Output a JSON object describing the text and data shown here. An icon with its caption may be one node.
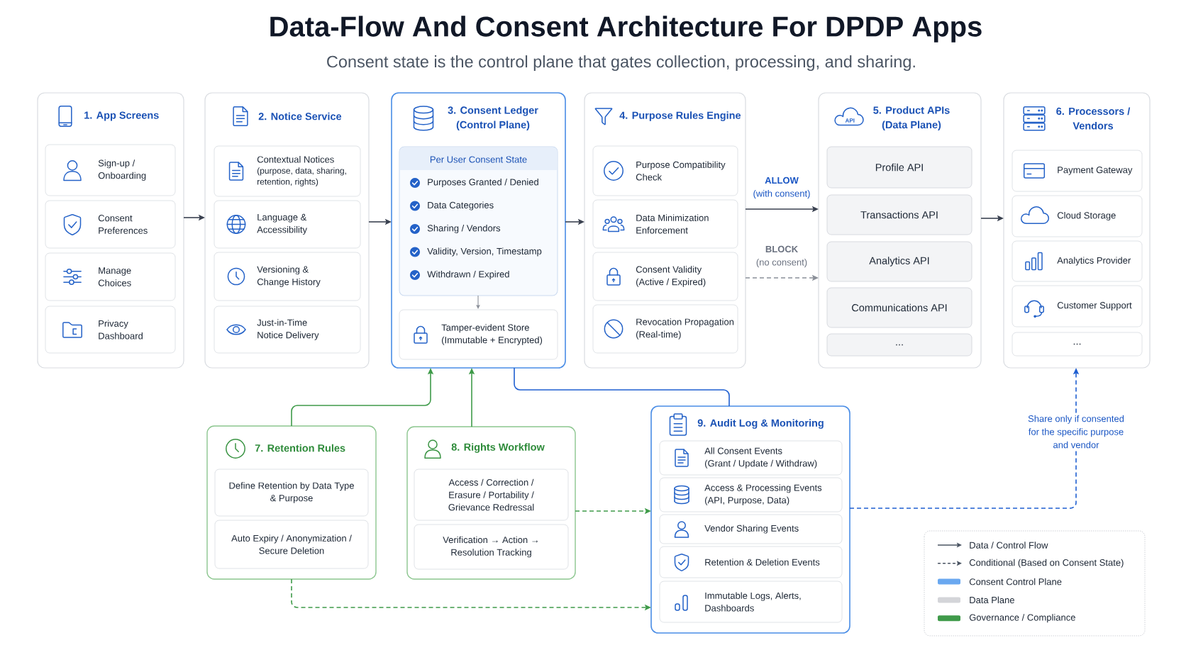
{
  "diagram": {
    "title": "Data-Flow And Consent Architecture For DPDP Apps",
    "caption": "Consent state is the control plane that gates collection, processing, and sharing.",
    "nodes": [
      {
        "text": [
          "1. App Screens"
        ]
      },
      {
        "text": [
          "Sign-up / Onboarding"
        ],
        "in": 0
      },
      {
        "text": [
          "Consent Preferences"
        ],
        "in": 0
      },
      {
        "text": [
          "Manage Choices"
        ],
        "in": 0
      },
      {
        "text": [
          "Privacy Dashboard"
        ],
        "in": 0
      },
      {
        "text": [
          "2. Notice Service"
        ]
      },
      {
        "text": [
          "Contextual Notices",
          "(purpose, data, sharing, retention, rights)"
        ],
        "in": 5
      },
      {
        "text": [
          "Language & Accessibility"
        ],
        "in": 5
      },
      {
        "text": [
          "Versioning & Change History"
        ],
        "in": 5
      },
      {
        "text": [
          "Just-in-Time Notice Delivery"
        ],
        "in": 5
      },
      {
        "text": [
          "3. Consent Ledger (Control Plane)"
        ]
      },
      {
        "text": [
          "Per User Consent State",
          "Purposes Granted / Denied",
          "Data Categories",
          "Sharing / Vendors",
          "Validity, Version, Timestamp",
          "Withdrawn / Expired"
        ],
        "in": 10
      },
      {
        "text": [
          "Tamper-evident Store (Immutable + Encrypted)"
        ],
        "in": 10
      },
      {
        "text": [
          "4. Purpose Rules Engine"
        ]
      },
      {
        "text": [
          "Purpose Compatibility Check"
        ],
        "in": 13
      },
      {
        "text": [
          "Data Minimization Enforcement"
        ],
        "in": 13
      },
      {
        "text": [
          "Consent Validity (Active / Expired)"
        ],
        "in": 13
      },
      {
        "text": [
          "Revocation Propagation (Real-time)"
        ],
        "in": 13
      },
      {
        "text": [
          "5. Product APIs (Data Plane)"
        ]
      },
      {
        "text": [
          "Profile API"
        ],
        "in": 18
      },
      {
        "text": [
          "Transactions API"
        ],
        "in": 18
      },
      {
        "text": [
          "Analytics API"
        ],
        "in": 18
      },
      {
        "text": [
          "Communications API"
        ],
        "in": 18
      },
      {
        "text": [
          "..."
        ],
        "in": 18
      },
      {
        "text": [
          "6. Processors / Vendors"
        ]
      },
      {
        "text": [
          "Payment Gateway"
        ],
        "in": 24
      },
      {
        "text": [
          "Cloud Storage"
        ],
        "in": 24
      },
      {
        "text": [
          "Analytics Provider"
        ],
        "in": 24
      },
      {
        "text": [
          "Customer Support"
        ],
        "in": 24
      },
      {
        "text": [
          "..."
        ],
        "in": 24
      },
      {
        "text": [
          "7. Retention Rules"
        ]
      },
      {
        "text": [
          "Define Retention by Data Type & Purpose"
        ],
        "in": 30
      },
      {
        "text": [
          "Auto Expiry / Anonymization / Secure Deletion"
        ],
        "in": 30
      },
      {
        "text": [
          "8. Rights Workflow"
        ]
      },
      {
        "text": [
          "Access / Correction / Erasure / Portability / Grievance Redressal"
        ],
        "in": 33
      },
      {
        "text": [
          "Verification → Action → Resolution Tracking"
        ],
        "in": 33
      },
      {
        "text": [
          "9. Audit Log & Monitoring"
        ]
      },
      {
        "text": [
          "All Consent Events (Grant / Update / Withdraw)"
        ],
        "in": 36
      },
      {
        "text": [
          "Access & Processing Events (API, Purpose, Data)"
        ],
        "in": 36
      },
      {
        "text": [
          "Vendor Sharing Events"
        ],
        "in": 36
      },
      {
        "text": [
          "Retention & Deletion Events"
        ],
        "in": 36
      },
      {
        "text": [
          "Immutable Logs, Alerts, Dashboards"
        ],
        "in": 36
      }
    ],
    "edges": [
      {
        "from": 0,
        "to": 5,
        "arrow": "to"
      },
      {
        "from": 5,
        "to": 10,
        "arrow": "to"
      },
      {
        "from": 10,
        "to": 13,
        "arrow": "to"
      },
      {
        "from": 13,
        "to": 18,
        "arrow": "to",
        "label": "**ALLOW** (with consent)"
      },
      {
        "from": 13,
        "to": 18,
        "arrow": "to",
        "label": "**BLOCK** (no consent)",
        "style": "dashed",
        "color": "#8b9099"
      },
      {
        "from": 18,
        "to": 24,
        "arrow": "to"
      },
      {
        "from": 11,
        "to": 12,
        "arrow": "to",
        "color": "#8b9099"
      },
      {
        "from": 30,
        "to": 10,
        "arrow": "to",
        "color": "#3f9b4a"
      },
      {
        "from": 33,
        "to": 10,
        "arrow": "to",
        "color": "#3f9b4a"
      },
      {
        "from": 10,
        "to": 36,
        "arrow": "none",
        "color": "#1f5fd1"
      },
      {
        "from": 33,
        "to": 36,
        "arrow": "to",
        "style": "dashed",
        "color": "#3f9b4a"
      },
      {
        "from": 30,
        "to": 36,
        "arrow": "to",
        "style": "dashed",
        "color": "#3f9b4a"
      },
      {
        "from": 36,
        "to": 24,
        "arrow": "to",
        "style": "dashed",
        "color": "#1f5fd1",
        "label": "Share only if consented for the specific purpose and vendor"
      }
    ],
    "labels": [
      "API"
    ],
    "legend": [
      {
        "text": "Data / Control Flow"
      },
      {
        "text": "Conditional (Based on Consent State)"
      },
      {
        "text": "Consent Control Plane",
        "color": "#6aa8f0"
      },
      {
        "text": "Data Plane",
        "color": "#d4d5d9"
      },
      {
        "text": "Governance / Compliance",
        "color": "#3f9a4a"
      }
    ]
  }
}
